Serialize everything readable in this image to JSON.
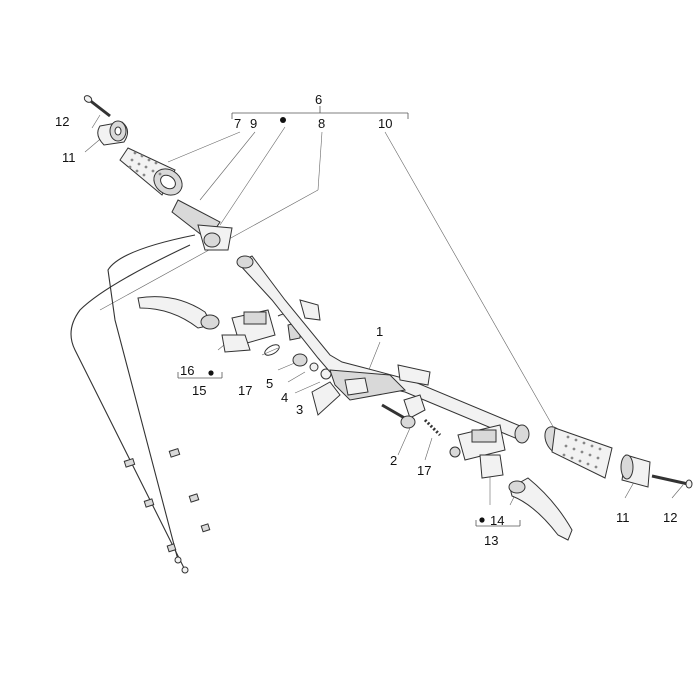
{
  "callouts": {
    "c1": "1",
    "c2": "2",
    "c3": "3",
    "c4": "4",
    "c5": "5",
    "c6": "6",
    "c7": "7",
    "c8": "8",
    "c9": "9",
    "c10": "10",
    "c11_left": "11",
    "c11_right": "11",
    "c12_left": "12",
    "c12_right": "12",
    "c13": "13",
    "c14": "14",
    "c15": "15",
    "c16": "16",
    "c17_left": "17",
    "c17_right": "17"
  }
}
